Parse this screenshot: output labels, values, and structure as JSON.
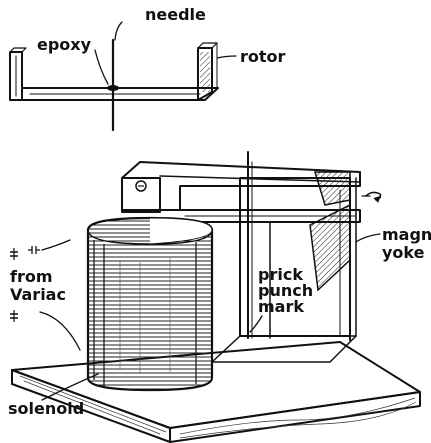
{
  "labels": {
    "needle": "needle",
    "epoxy": "epoxy",
    "rotor": "rotor",
    "magnet_line1": "magnet",
    "magnet_line2": "yoke",
    "prick_line1": "prick",
    "prick_line2": "punch",
    "prick_line3": "mark",
    "from_line1": "from",
    "from_line2": "Variac",
    "solenoid": "solenoid"
  },
  "colors": {
    "ink": "#111111",
    "paper": "#ffffff"
  }
}
